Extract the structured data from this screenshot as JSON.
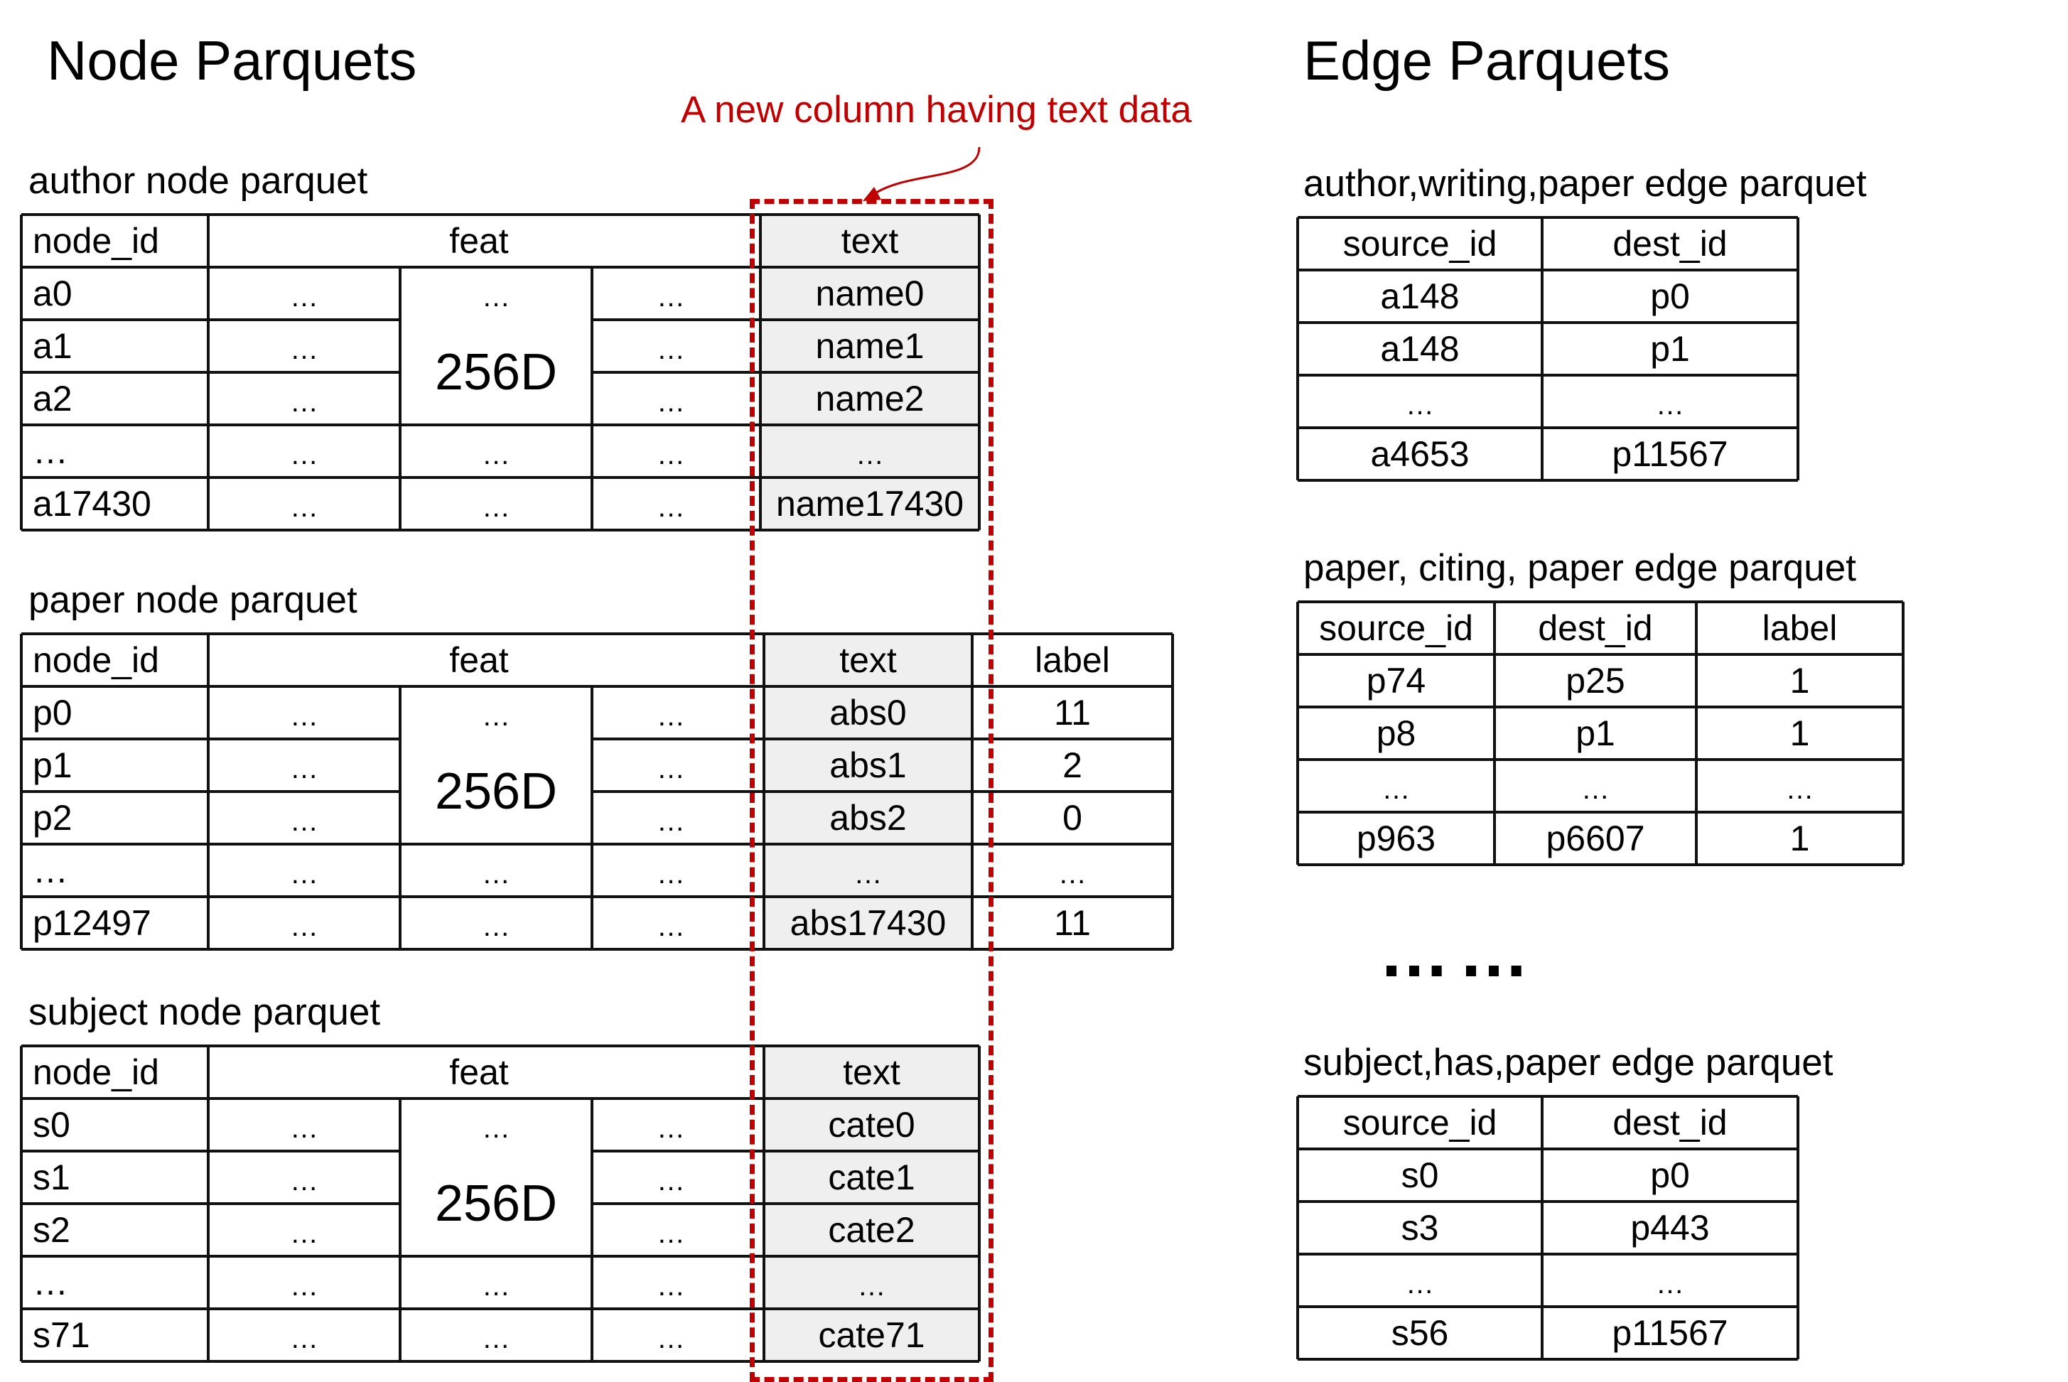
{
  "headings": {
    "node": "Node Parquets",
    "edge": "Edge Parquets"
  },
  "annotation": "A new column having text data",
  "node_tables": [
    {
      "title": "author node parquet",
      "headers": {
        "node_id": "node_id",
        "feat": "feat",
        "text": "text"
      },
      "feat_dim": "256D",
      "rows": [
        {
          "id": "a0",
          "feat": [
            "…",
            "…",
            "…"
          ],
          "text": "name0"
        },
        {
          "id": "a1",
          "feat": [
            "…",
            "",
            "…"
          ],
          "text": "name1"
        },
        {
          "id": "a2",
          "feat": [
            "…",
            "",
            "…"
          ],
          "text": "name2"
        },
        {
          "id": "…",
          "feat": [
            "…",
            "…",
            "…"
          ],
          "text": "…"
        },
        {
          "id": "a17430",
          "feat": [
            "…",
            "…",
            "…"
          ],
          "text": "name17430"
        }
      ]
    },
    {
      "title": "paper node parquet",
      "headers": {
        "node_id": "node_id",
        "feat": "feat",
        "text": "text",
        "label": "label"
      },
      "feat_dim": "256D",
      "rows": [
        {
          "id": "p0",
          "feat": [
            "…",
            "…",
            "…"
          ],
          "text": "abs0",
          "label": "11"
        },
        {
          "id": "p1",
          "feat": [
            "…",
            "",
            "…"
          ],
          "text": "abs1",
          "label": "2"
        },
        {
          "id": "p2",
          "feat": [
            "…",
            "",
            "…"
          ],
          "text": "abs2",
          "label": "0"
        },
        {
          "id": "…",
          "feat": [
            "…",
            "…",
            "…"
          ],
          "text": "…",
          "label": "…"
        },
        {
          "id": "p12497",
          "feat": [
            "…",
            "…",
            "…"
          ],
          "text": "abs17430",
          "label": "11"
        }
      ]
    },
    {
      "title": "subject node parquet",
      "headers": {
        "node_id": "node_id",
        "feat": "feat",
        "text": "text"
      },
      "feat_dim": "256D",
      "rows": [
        {
          "id": "s0",
          "feat": [
            "…",
            "…",
            "…"
          ],
          "text": "cate0"
        },
        {
          "id": "s1",
          "feat": [
            "…",
            "",
            "…"
          ],
          "text": "cate1"
        },
        {
          "id": "s2",
          "feat": [
            "…",
            "",
            "…"
          ],
          "text": "cate2"
        },
        {
          "id": "…",
          "feat": [
            "…",
            "…",
            "…"
          ],
          "text": "…"
        },
        {
          "id": "s71",
          "feat": [
            "…",
            "…",
            "…"
          ],
          "text": "cate71"
        }
      ]
    }
  ],
  "edge_tables": [
    {
      "title": "author,writing,paper edge parquet",
      "headers": [
        "source_id",
        "dest_id"
      ],
      "rows": [
        [
          "a148",
          "p0"
        ],
        [
          "a148",
          "p1"
        ],
        [
          "…",
          "…"
        ],
        [
          "a4653",
          "p11567"
        ]
      ]
    },
    {
      "title": "paper, citing, paper edge parquet",
      "headers": [
        "source_id",
        "dest_id",
        "label"
      ],
      "rows": [
        [
          "p74",
          "p25",
          "1"
        ],
        [
          "p8",
          "p1",
          "1"
        ],
        [
          "…",
          "…",
          "…"
        ],
        [
          "p963",
          "p6607",
          "1"
        ]
      ]
    },
    {
      "title": "subject,has,paper edge parquet",
      "headers": [
        "source_id",
        "dest_id"
      ],
      "rows": [
        [
          "s0",
          "p0"
        ],
        [
          "s3",
          "p443"
        ],
        [
          "…",
          "…"
        ],
        [
          "s56",
          "p11567"
        ]
      ]
    }
  ],
  "ellipsis": "……",
  "colors": {
    "annotation": "#c00000",
    "text_column_fill": "#efefef",
    "line": "#111111"
  }
}
